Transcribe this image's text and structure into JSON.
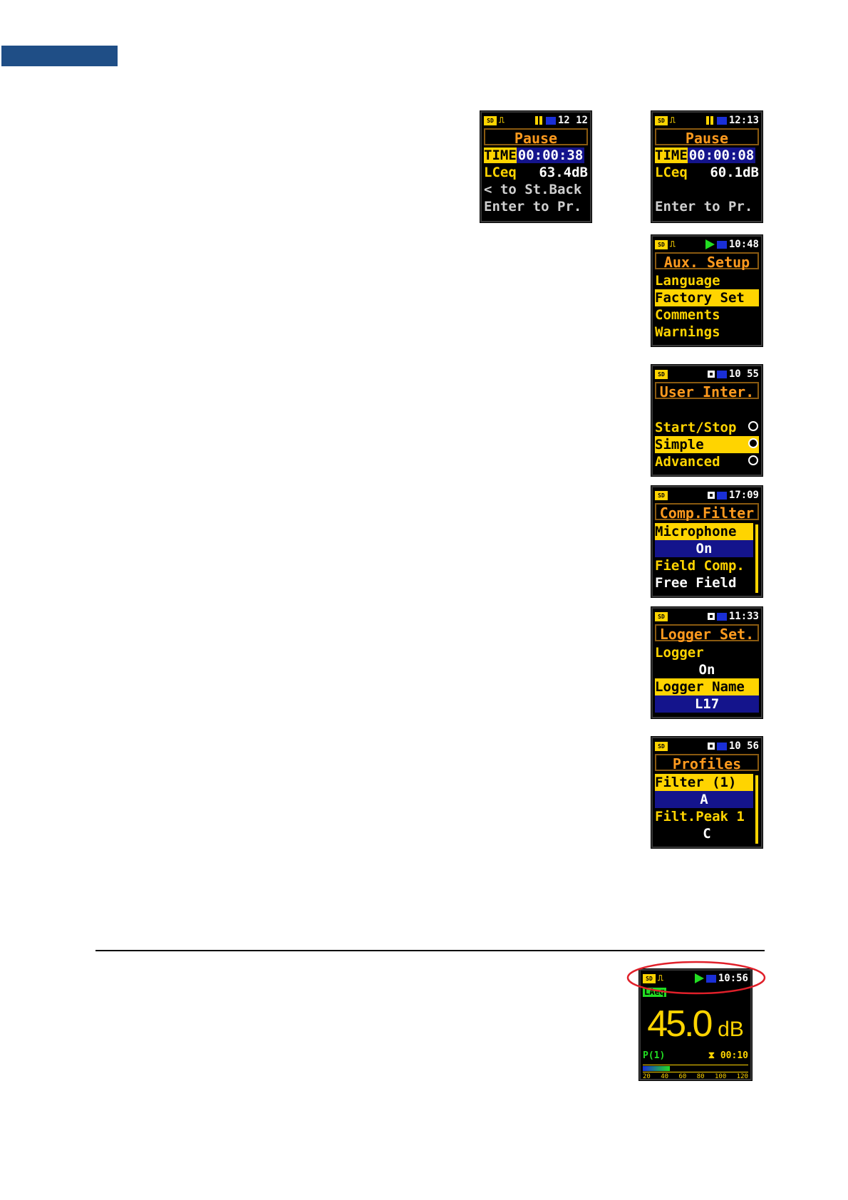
{
  "screens": {
    "pause1": {
      "clock": "12 12",
      "title": "Pause",
      "time_label": "TIME",
      "time_value": "00:00:38",
      "lceq_label": "LCeq",
      "lceq_value": "63.4dB",
      "line3": "< to St.Back",
      "line4": "Enter to Pr."
    },
    "pause2": {
      "clock": "12:13",
      "title": "Pause",
      "time_label": "TIME",
      "time_value": "00:00:08",
      "lceq_label": "LCeq",
      "lceq_value": "60.1dB",
      "line4": "Enter to Pr."
    },
    "aux": {
      "clock": "10:48",
      "title": "Aux. Setup",
      "items": [
        "Language",
        "Factory Set",
        "Comments",
        "Warnings"
      ]
    },
    "user": {
      "clock": "10 55",
      "title": "User Inter.",
      "items": [
        "Start/Stop",
        "Simple",
        "Advanced"
      ]
    },
    "comp": {
      "clock": "17:09",
      "title": "Comp.Filter",
      "items": [
        "Microphone",
        "On",
        "Field Comp.",
        "Free Field"
      ]
    },
    "logger": {
      "clock": "11:33",
      "title": "Logger Set.",
      "items": [
        "Logger",
        "On",
        "Logger Name",
        "L17"
      ]
    },
    "profiles": {
      "clock": "10 56",
      "title": "Profiles",
      "items": [
        "Filter (1)",
        "A",
        "Filt.Peak 1",
        "C"
      ]
    },
    "measure": {
      "clock": "10:56",
      "function": "LAeq",
      "value": "45.0",
      "unit": "dB",
      "profile": "P(1)",
      "timer": "00:10",
      "scale": [
        "20",
        "40",
        "60",
        "80",
        "100",
        "120"
      ]
    }
  },
  "colors": {
    "header_bar": "#1f4e86",
    "accent_yellow": "#ffd400",
    "title_orange": "#ff9a1e",
    "highlight_circle": "#e0202a"
  }
}
